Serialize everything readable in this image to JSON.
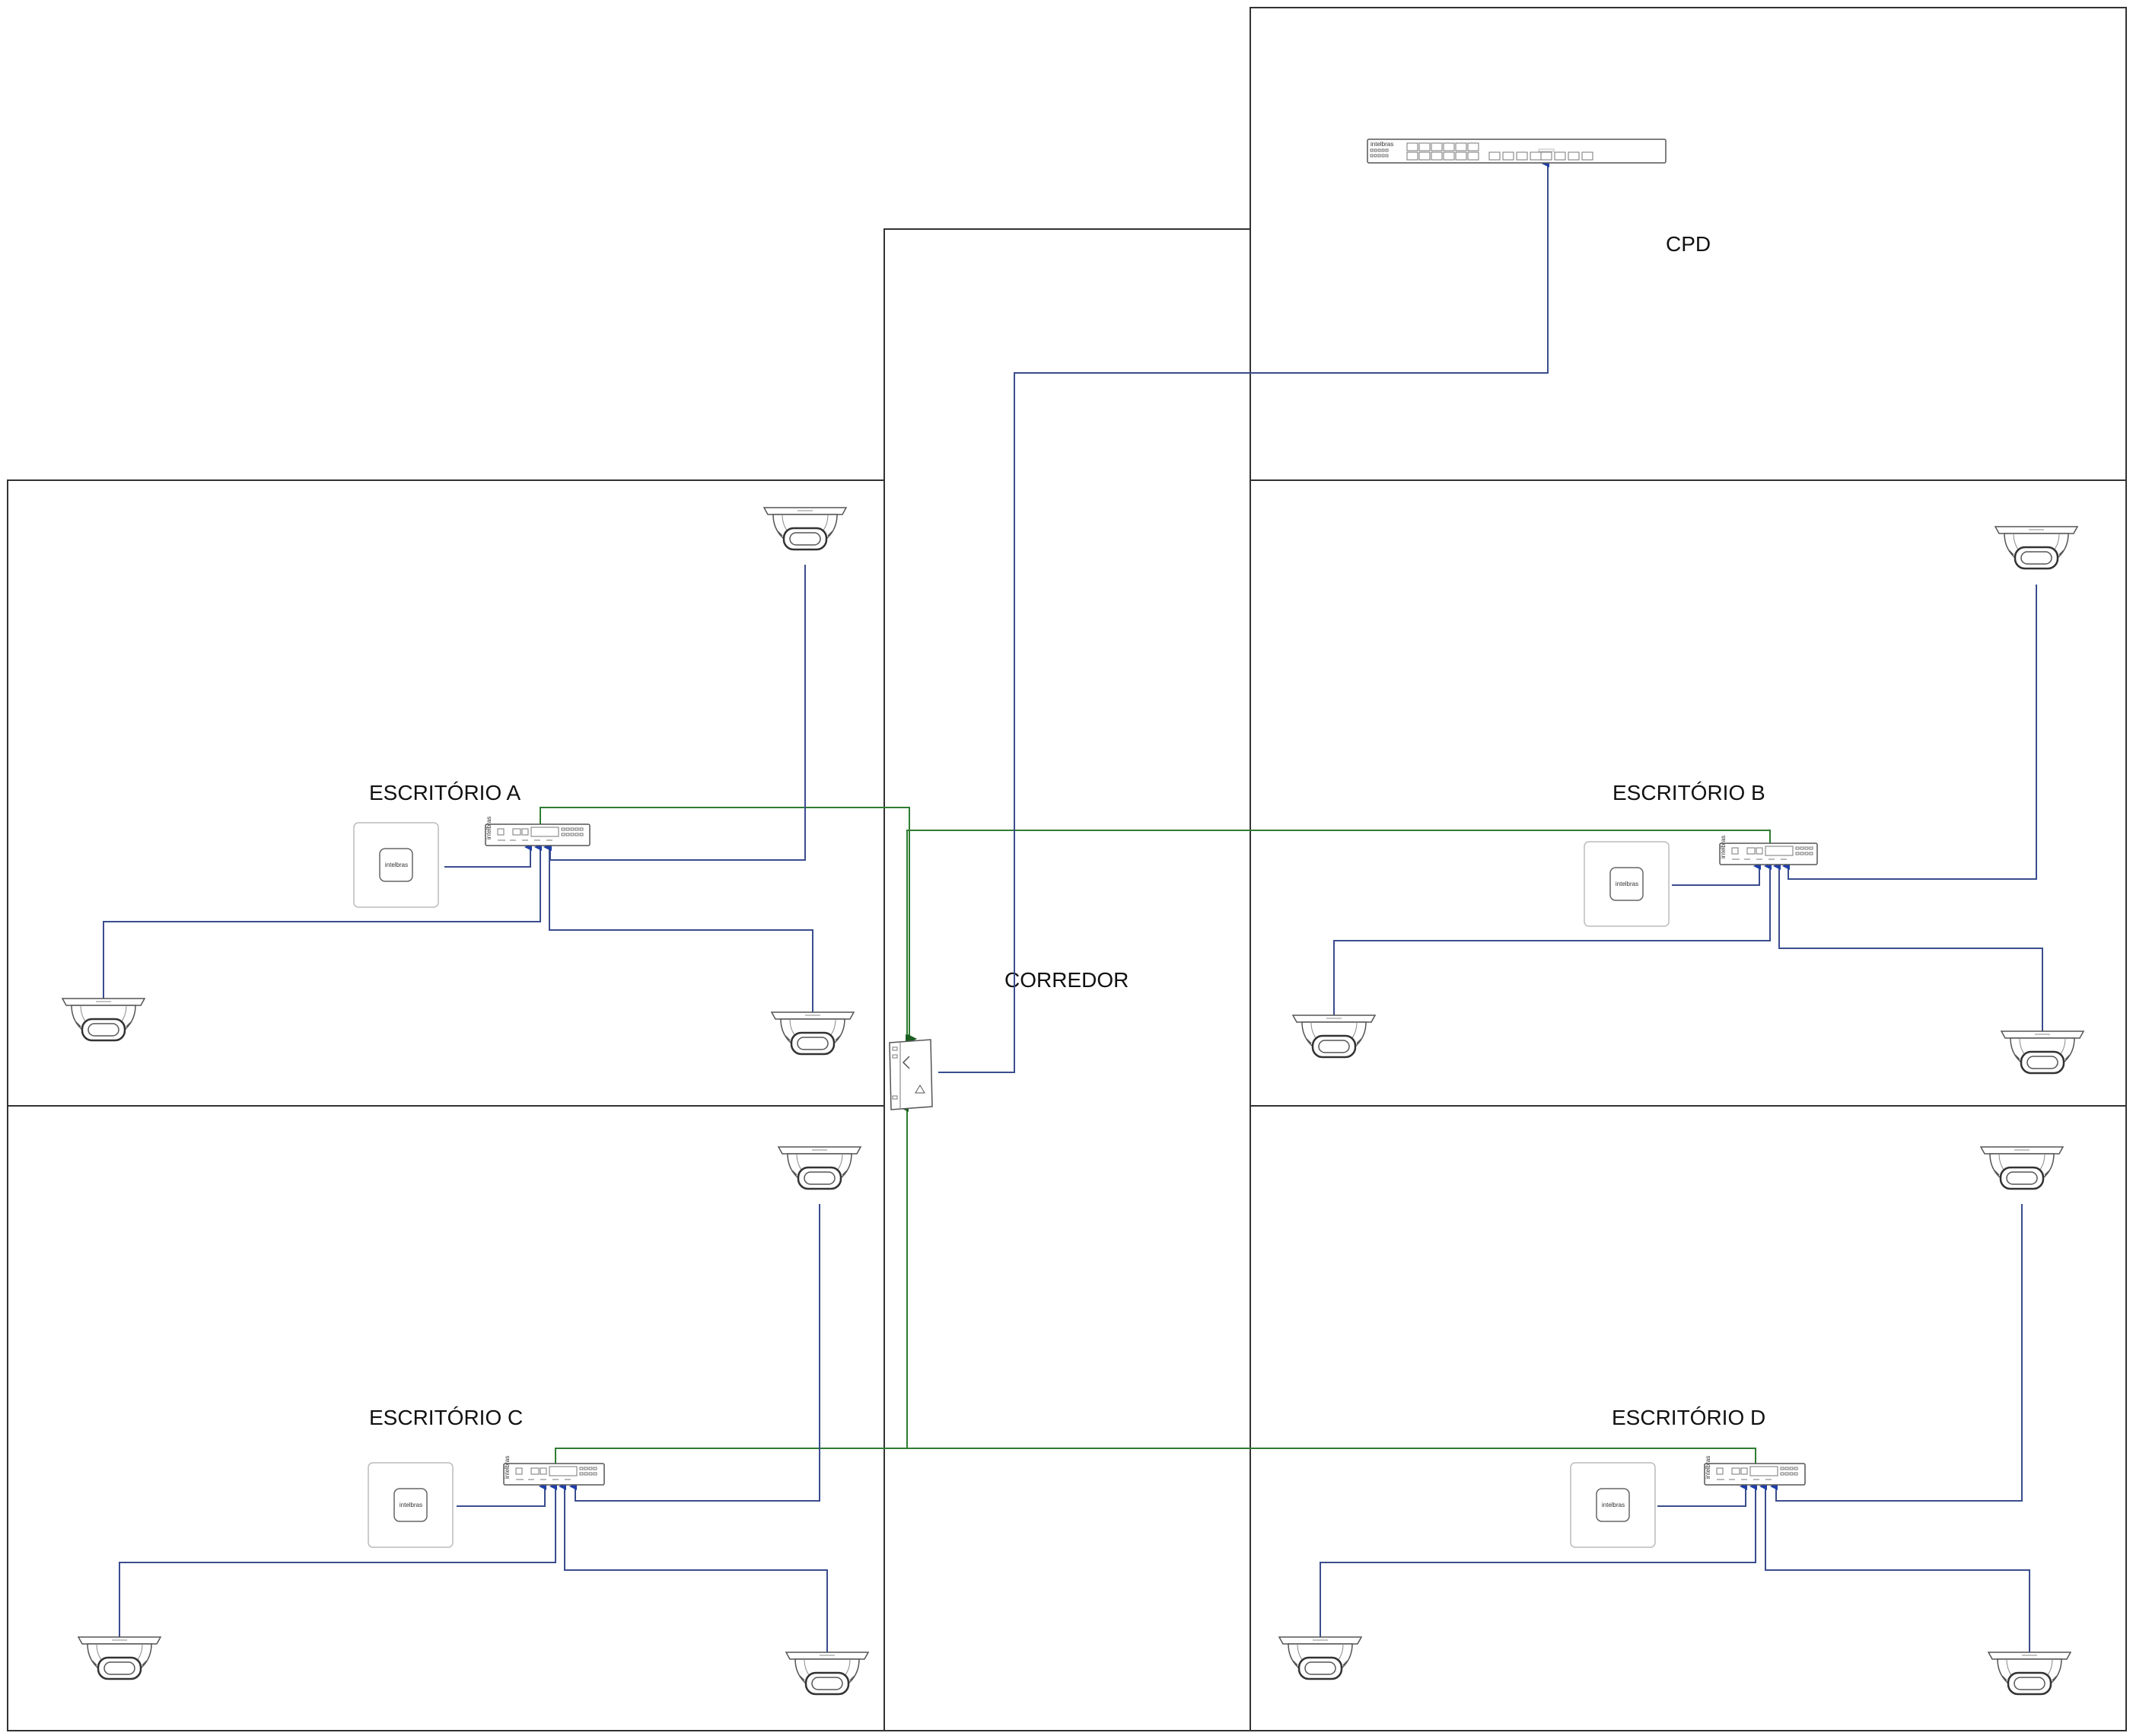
{
  "rooms": {
    "cpd": "CPD",
    "corredor": "CORREDOR",
    "escritorio_a": "ESCRITÓRIO A",
    "escritorio_b": "ESCRITÓRIO B",
    "escritorio_c": "ESCRITÓRIO C",
    "escritorio_d": "ESCRITÓRIO D"
  },
  "device_brand": "intelbras",
  "colors": {
    "walls": "#333333",
    "data_cable": "#3a4d8f",
    "uplink_cable": "#2e7d32",
    "device_stroke": "#555555"
  }
}
